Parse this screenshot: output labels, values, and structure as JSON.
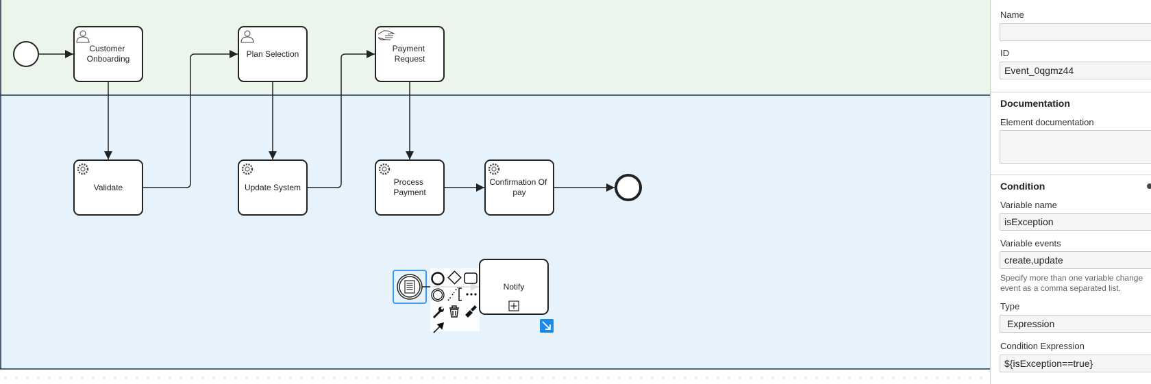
{
  "canvas": {
    "lane_top_color": "#ebf5eb",
    "lane_bottom_color": "#e6f2fc",
    "tasks": {
      "customer_onboarding": [
        "Customer",
        "Onboarding"
      ],
      "plan_selection": [
        "Plan Selection"
      ],
      "payment_request": [
        "Payment",
        "Request"
      ],
      "validate": [
        "Validate"
      ],
      "update_system": [
        "Update System"
      ],
      "process_payment": [
        "Process",
        "Payment"
      ],
      "confirmation_of_pay": [
        "Confirmation Of",
        "pay"
      ],
      "notify": [
        "Notify"
      ]
    },
    "selection_color": "#3a9bef"
  },
  "panel": {
    "name_label": "Name",
    "name_value": "",
    "id_label": "ID",
    "id_value": "Event_0qgmz44",
    "documentation_title": "Documentation",
    "element_doc_label": "Element documentation",
    "element_doc_value": "",
    "condition_title": "Condition",
    "variable_name_label": "Variable name",
    "variable_name_value": "isException",
    "variable_events_label": "Variable events",
    "variable_events_value": "create,update",
    "variable_events_hint_1": "Specify more than one variable change",
    "variable_events_hint_2": "event as a comma separated list.",
    "type_label": "Type",
    "type_value": "Expression",
    "condition_expression_label": "Condition Expression",
    "condition_expression_value": "${isException==true}"
  }
}
